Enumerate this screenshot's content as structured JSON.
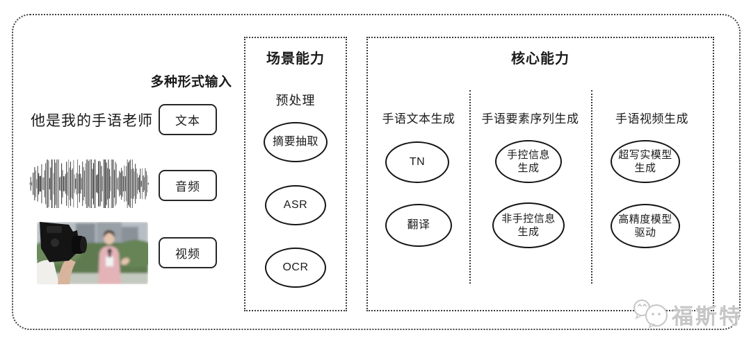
{
  "colors": {
    "ink": "#1a1a1a",
    "dotted_border": "#3f3f3f",
    "watermark": "#c6c6c6"
  },
  "input_section": {
    "heading": "多种形式输入",
    "sample_text": "他是我的手语老师",
    "types": [
      {
        "label": "文本"
      },
      {
        "label": "音频"
      },
      {
        "label": "视频"
      }
    ],
    "icons": [
      "audio-waveform-icon",
      "video-thumbnail"
    ]
  },
  "scene_box": {
    "title": "场景能力",
    "subtitle": "预处理",
    "nodes": [
      "摘要抽取",
      "ASR",
      "OCR"
    ]
  },
  "core_box": {
    "title": "核心能力",
    "columns": [
      {
        "header": "手语文本生成",
        "nodes": [
          "TN",
          "翻译"
        ]
      },
      {
        "header": "手语要素序列生成",
        "nodes": [
          "手控信息生成",
          "非手控信息生成"
        ]
      },
      {
        "header": "手语视频生成",
        "nodes": [
          "超写实模型生成",
          "高精度模型驱动"
        ]
      }
    ]
  },
  "watermark": {
    "text": "福斯特",
    "icon": "chat-bubbles-logo-icon"
  }
}
